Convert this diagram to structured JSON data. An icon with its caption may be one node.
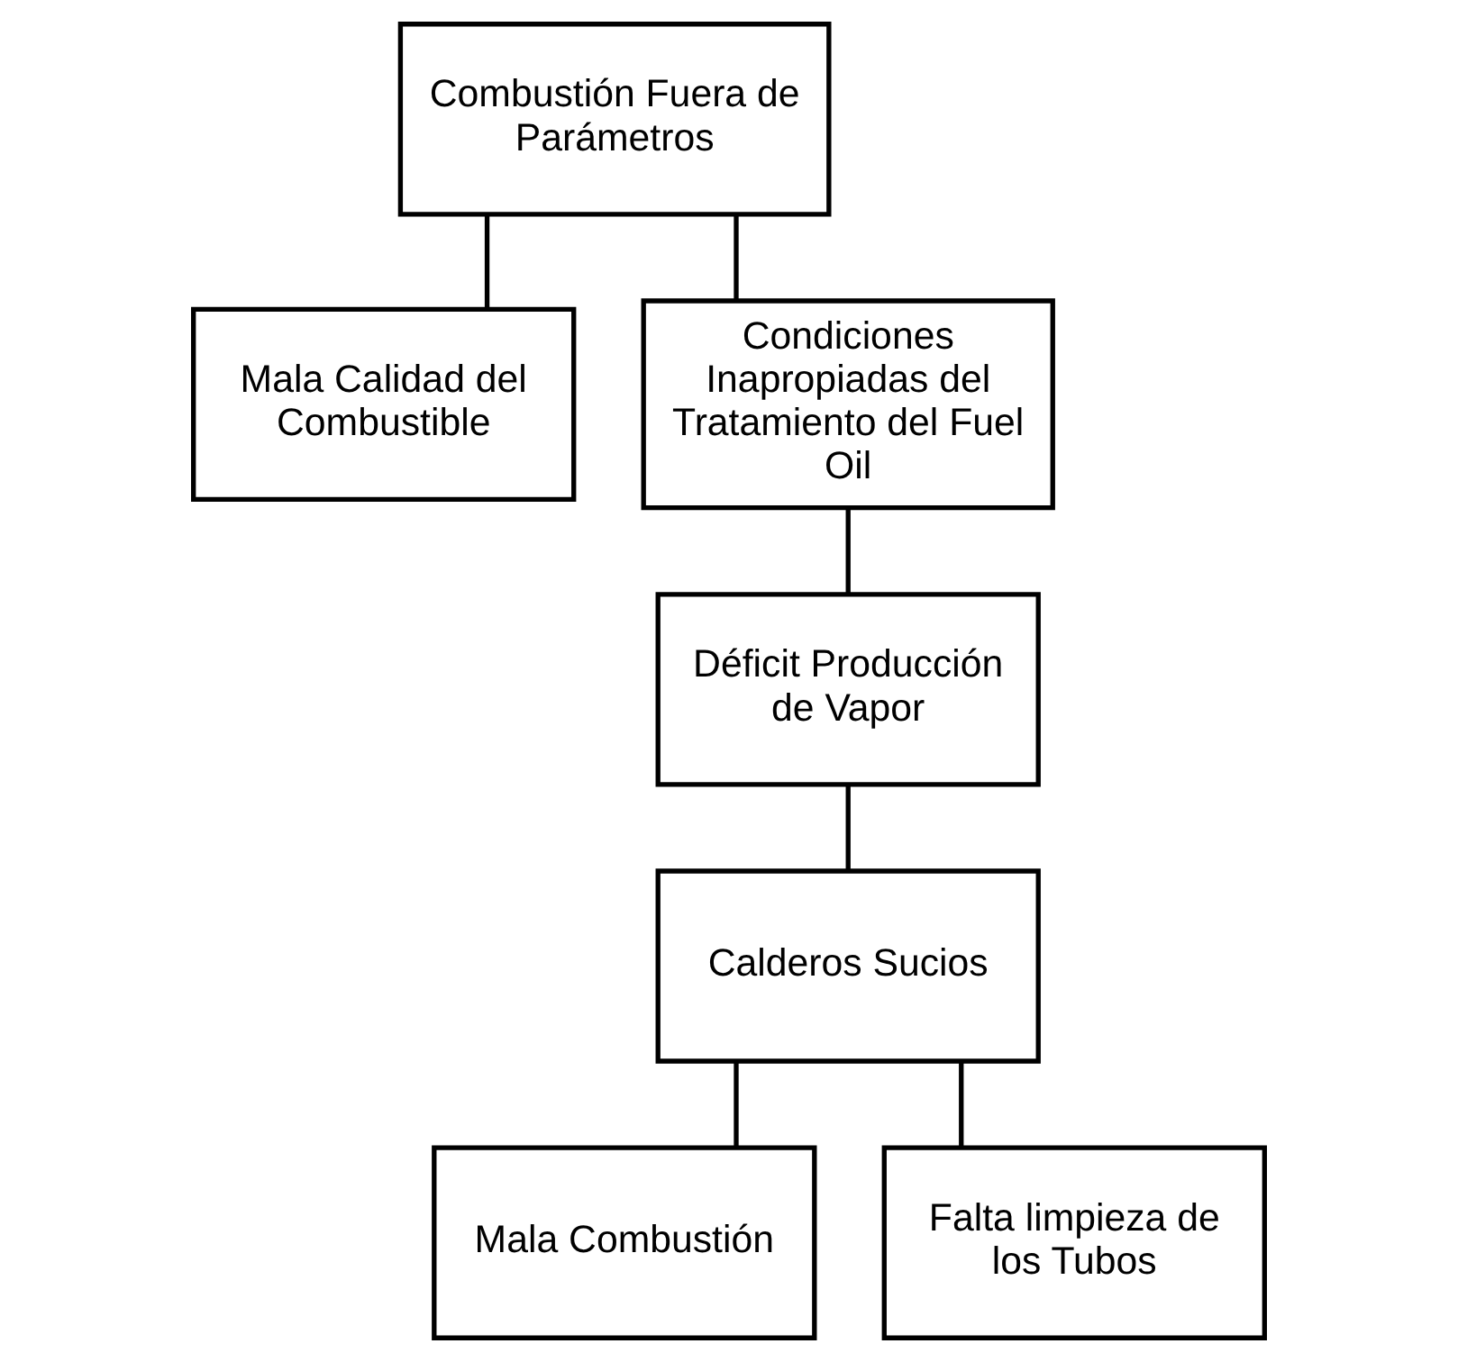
{
  "diagram": {
    "nodes": [
      {
        "text": [
          "Combustión Fuera de Parámetros"
        ]
      },
      {
        "text": [
          "Mala Calidad del Combustible"
        ]
      },
      {
        "text": [
          "Condiciones Inapropiadas del Tratamiento del Fuel Oil"
        ]
      },
      {
        "text": [
          "Déficit Producción de Vapor"
        ]
      },
      {
        "text": [
          "Calderos Sucios"
        ]
      },
      {
        "text": [
          "Mala Combustión"
        ]
      },
      {
        "text": [
          "Falta limpieza de los Tubos"
        ]
      }
    ],
    "edges": [
      {
        "from": 0,
        "to": 1,
        "arrow": "none"
      },
      {
        "from": 0,
        "to": 2,
        "arrow": "none"
      },
      {
        "from": 2,
        "to": 3,
        "arrow": "none"
      },
      {
        "from": 3,
        "to": 4,
        "arrow": "none"
      },
      {
        "from": 4,
        "to": 5,
        "arrow": "none"
      },
      {
        "from": 4,
        "to": 6,
        "arrow": "none"
      }
    ]
  }
}
